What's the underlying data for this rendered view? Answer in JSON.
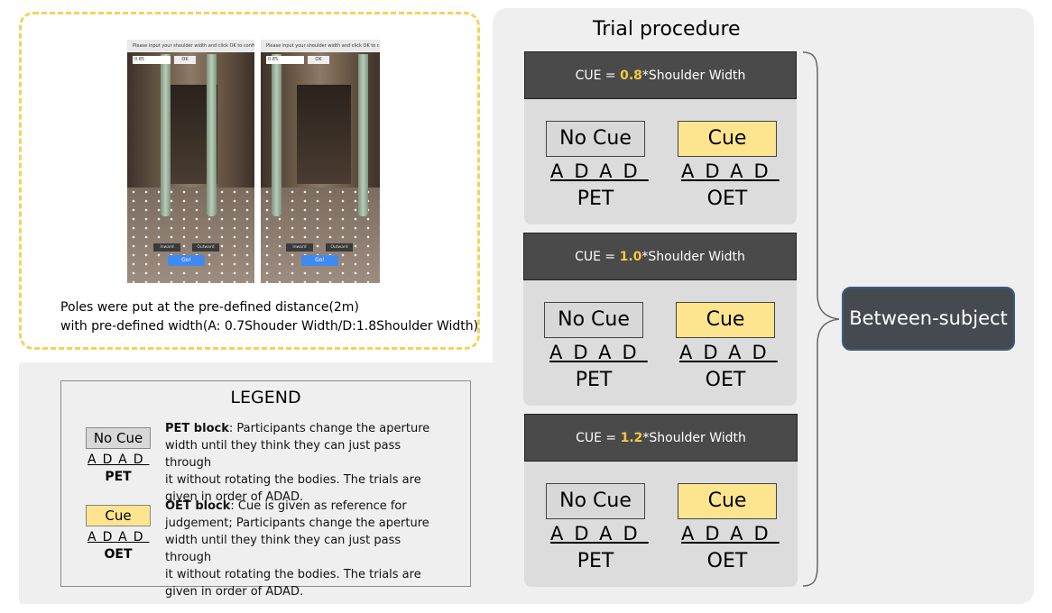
{
  "screenshots": {
    "phone1": {
      "topbar": "Please input your shoulder width and click OK to confirm",
      "input": "0.85",
      "ok": "OK",
      "inward": "Inward",
      "outward": "Outward",
      "go": "Go!"
    },
    "phone2": {
      "topbar": "Please input your shoulder width and click OK to confirm",
      "input": "0.85",
      "ok": "OK",
      "inward": "Inward",
      "outward": "Outward",
      "go": "Go!"
    },
    "caption_line1": "Poles were put at the pre-defined distance(2m)",
    "caption_line2": "with pre-defined width(A: 0.7Shouder Width/D:1.8Shoulder Width)"
  },
  "legend": {
    "title": "LEGEND",
    "pet": {
      "chip": "No Cue",
      "adad": "ADAD",
      "label": "PET",
      "desc_title": "PET block",
      "desc_lines": [
        "Participants change the aperture",
        "width until they think they can just pass through",
        "it without rotating the bodies. The trials are",
        "given in order of ADAD."
      ]
    },
    "oet": {
      "chip": "Cue",
      "adad": "ADAD",
      "label": "OET",
      "desc_title": "OET block",
      "desc_lines": [
        "Cue is given as reference for",
        "judgement; Participants change the aperture",
        "width until they think they can just pass through",
        "it without rotating the bodies. The trials are",
        "given in order of ADAD."
      ]
    }
  },
  "trial": {
    "title": "Trial procedure",
    "blocks": [
      {
        "prefix": "CUE = ",
        "value": "0.8",
        "suffix": "*Shoulder Width",
        "left_chip": "No Cue",
        "right_chip": "Cue",
        "left_adad": "ADAD",
        "right_adad": "ADAD",
        "left_label": "PET",
        "right_label": "OET"
      },
      {
        "prefix": "CUE = ",
        "value": "1.0",
        "suffix": "*Shoulder Width",
        "left_chip": "No Cue",
        "right_chip": "Cue",
        "left_adad": "ADAD",
        "right_adad": "ADAD",
        "left_label": "PET",
        "right_label": "OET"
      },
      {
        "prefix": "CUE = ",
        "value": "1.2",
        "suffix": "*Shoulder Width",
        "left_chip": "No Cue",
        "right_chip": "Cue",
        "left_adad": "ADAD",
        "right_adad": "ADAD",
        "left_label": "PET",
        "right_label": "OET"
      }
    ],
    "group_label": "Between-subject"
  },
  "colors": {
    "accent_yellow": "#f5c842",
    "cue_fill": "#fde58f",
    "nocue_fill": "#d8d8d8",
    "header_dark": "#4a4a4a",
    "dashed_border": "#f3d35a"
  }
}
